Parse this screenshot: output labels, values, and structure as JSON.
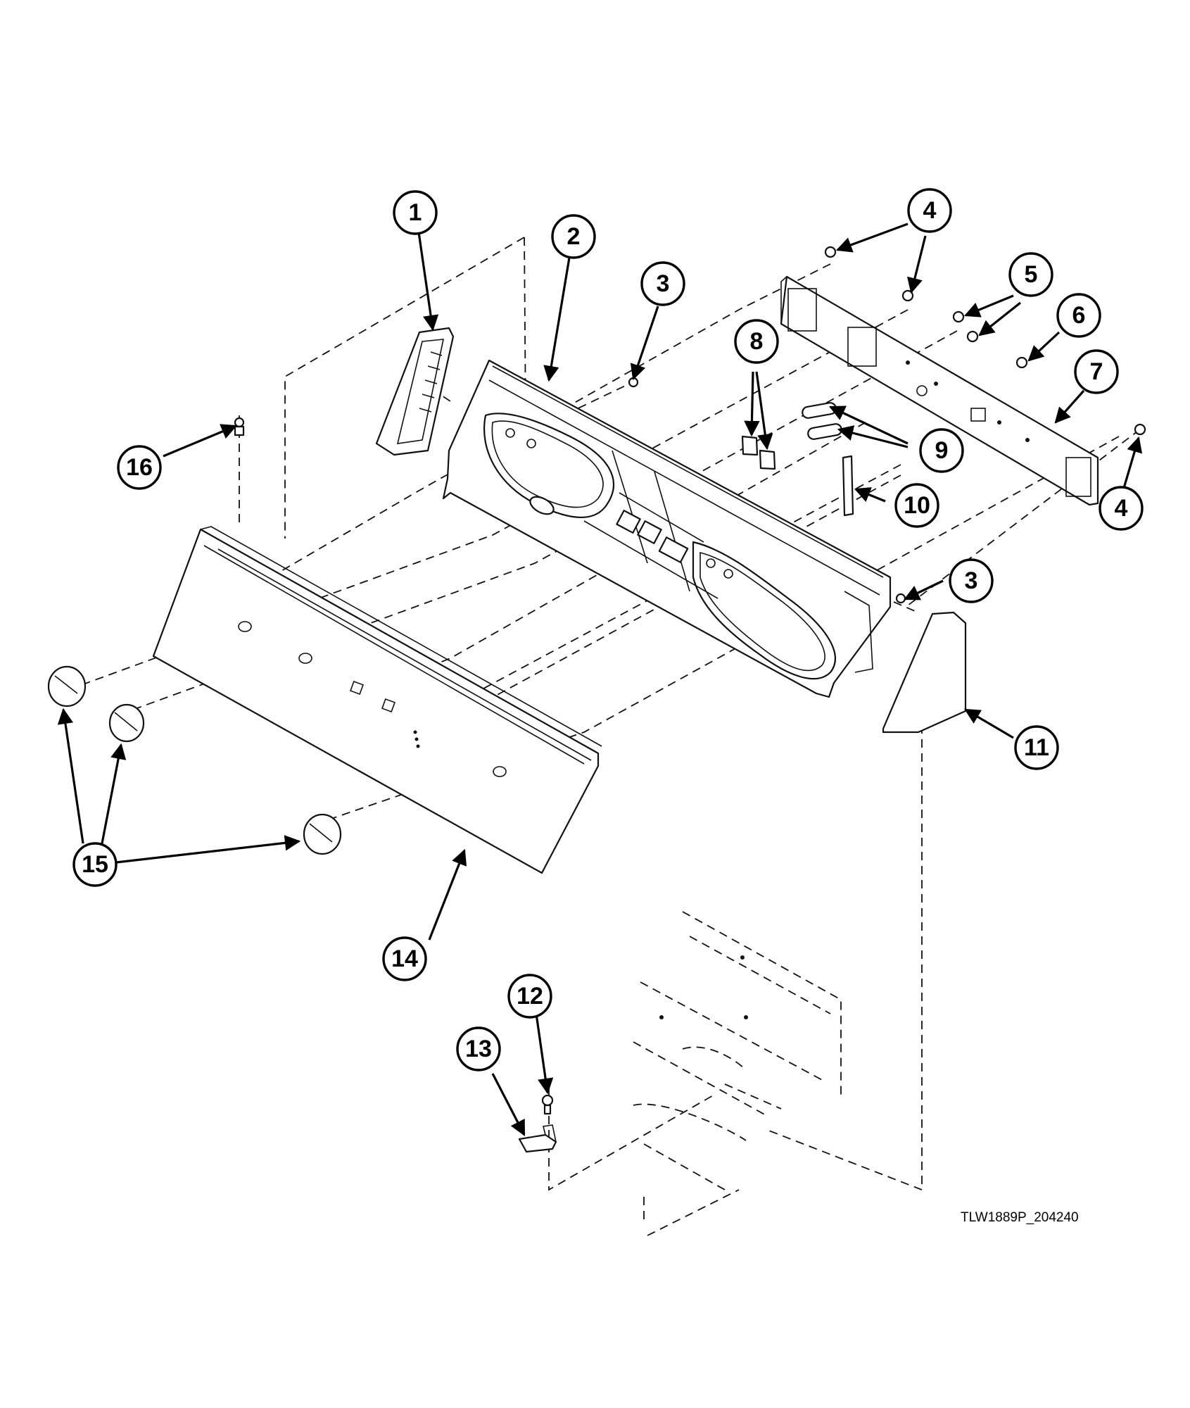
{
  "diagram": {
    "drawing_code": "TLW1889P_204240",
    "callouts": [
      {
        "id": "callout-1",
        "label": "1"
      },
      {
        "id": "callout-2",
        "label": "2"
      },
      {
        "id": "callout-3-top",
        "label": "3"
      },
      {
        "id": "callout-3-right",
        "label": "3"
      },
      {
        "id": "callout-4-top",
        "label": "4"
      },
      {
        "id": "callout-4-right",
        "label": "4"
      },
      {
        "id": "callout-5",
        "label": "5"
      },
      {
        "id": "callout-6",
        "label": "6"
      },
      {
        "id": "callout-7",
        "label": "7"
      },
      {
        "id": "callout-8",
        "label": "8"
      },
      {
        "id": "callout-9",
        "label": "9"
      },
      {
        "id": "callout-10",
        "label": "10"
      },
      {
        "id": "callout-11",
        "label": "11"
      },
      {
        "id": "callout-12",
        "label": "12"
      },
      {
        "id": "callout-13",
        "label": "13"
      },
      {
        "id": "callout-14",
        "label": "14"
      },
      {
        "id": "callout-15",
        "label": "15"
      },
      {
        "id": "callout-16",
        "label": "16"
      }
    ]
  }
}
